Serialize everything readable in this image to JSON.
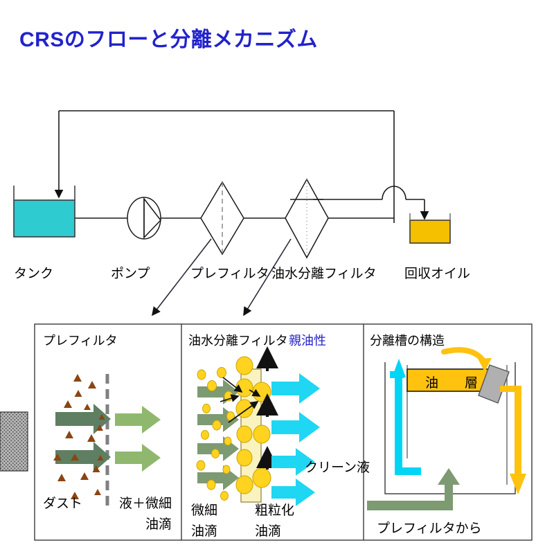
{
  "title": "CRSのフローと分離メカニズム",
  "flow": {
    "tank_label": "タンク",
    "pump_label": "ポンプ",
    "prefilter_label": "プレフィルタ",
    "separator_label": "油水分離フィルタ",
    "recovered_oil_label": "回収オイル",
    "tank_color": "#2ECBD0",
    "oil_color": "#F5C000",
    "line_color": "#1a1a1a"
  },
  "panels": {
    "prefilter": {
      "title": "プレフィルタ",
      "inlet_label": "ダスト",
      "outlet_label_line1": "液＋微細",
      "outlet_label_line2": "油滴",
      "arrow_in_color": "#5E7F61",
      "arrow_out_color": "#8FB86E",
      "dust_color": "#8B4513",
      "media_color": "#808080"
    },
    "separator": {
      "title": "油水分離フィルタ",
      "badge": "親油性",
      "badge_color": "#2222CC",
      "clean_label": "クリーン液",
      "inlet_label_line1": "微細",
      "inlet_label_line2": "油滴",
      "outlet_label_line1": "粗粒化",
      "outlet_label_line2": "油滴",
      "droplet_color": "#FFD320",
      "media_color": "#FAF3C0",
      "clean_arrow_color": "#1FD7F2",
      "feed_arrow_color": "#7D9A72"
    },
    "tank": {
      "title": "分離槽の構造",
      "oil_layer_label": "油　　層",
      "inlet_label": "プレフィルタから",
      "oil_color": "#FFC20E",
      "mesh_color": "#9A9A9A",
      "clean_arrow_color": "#00D5F5",
      "feed_arrow_color": "#7D9A72",
      "weir_color": "#B0B0B0"
    }
  }
}
